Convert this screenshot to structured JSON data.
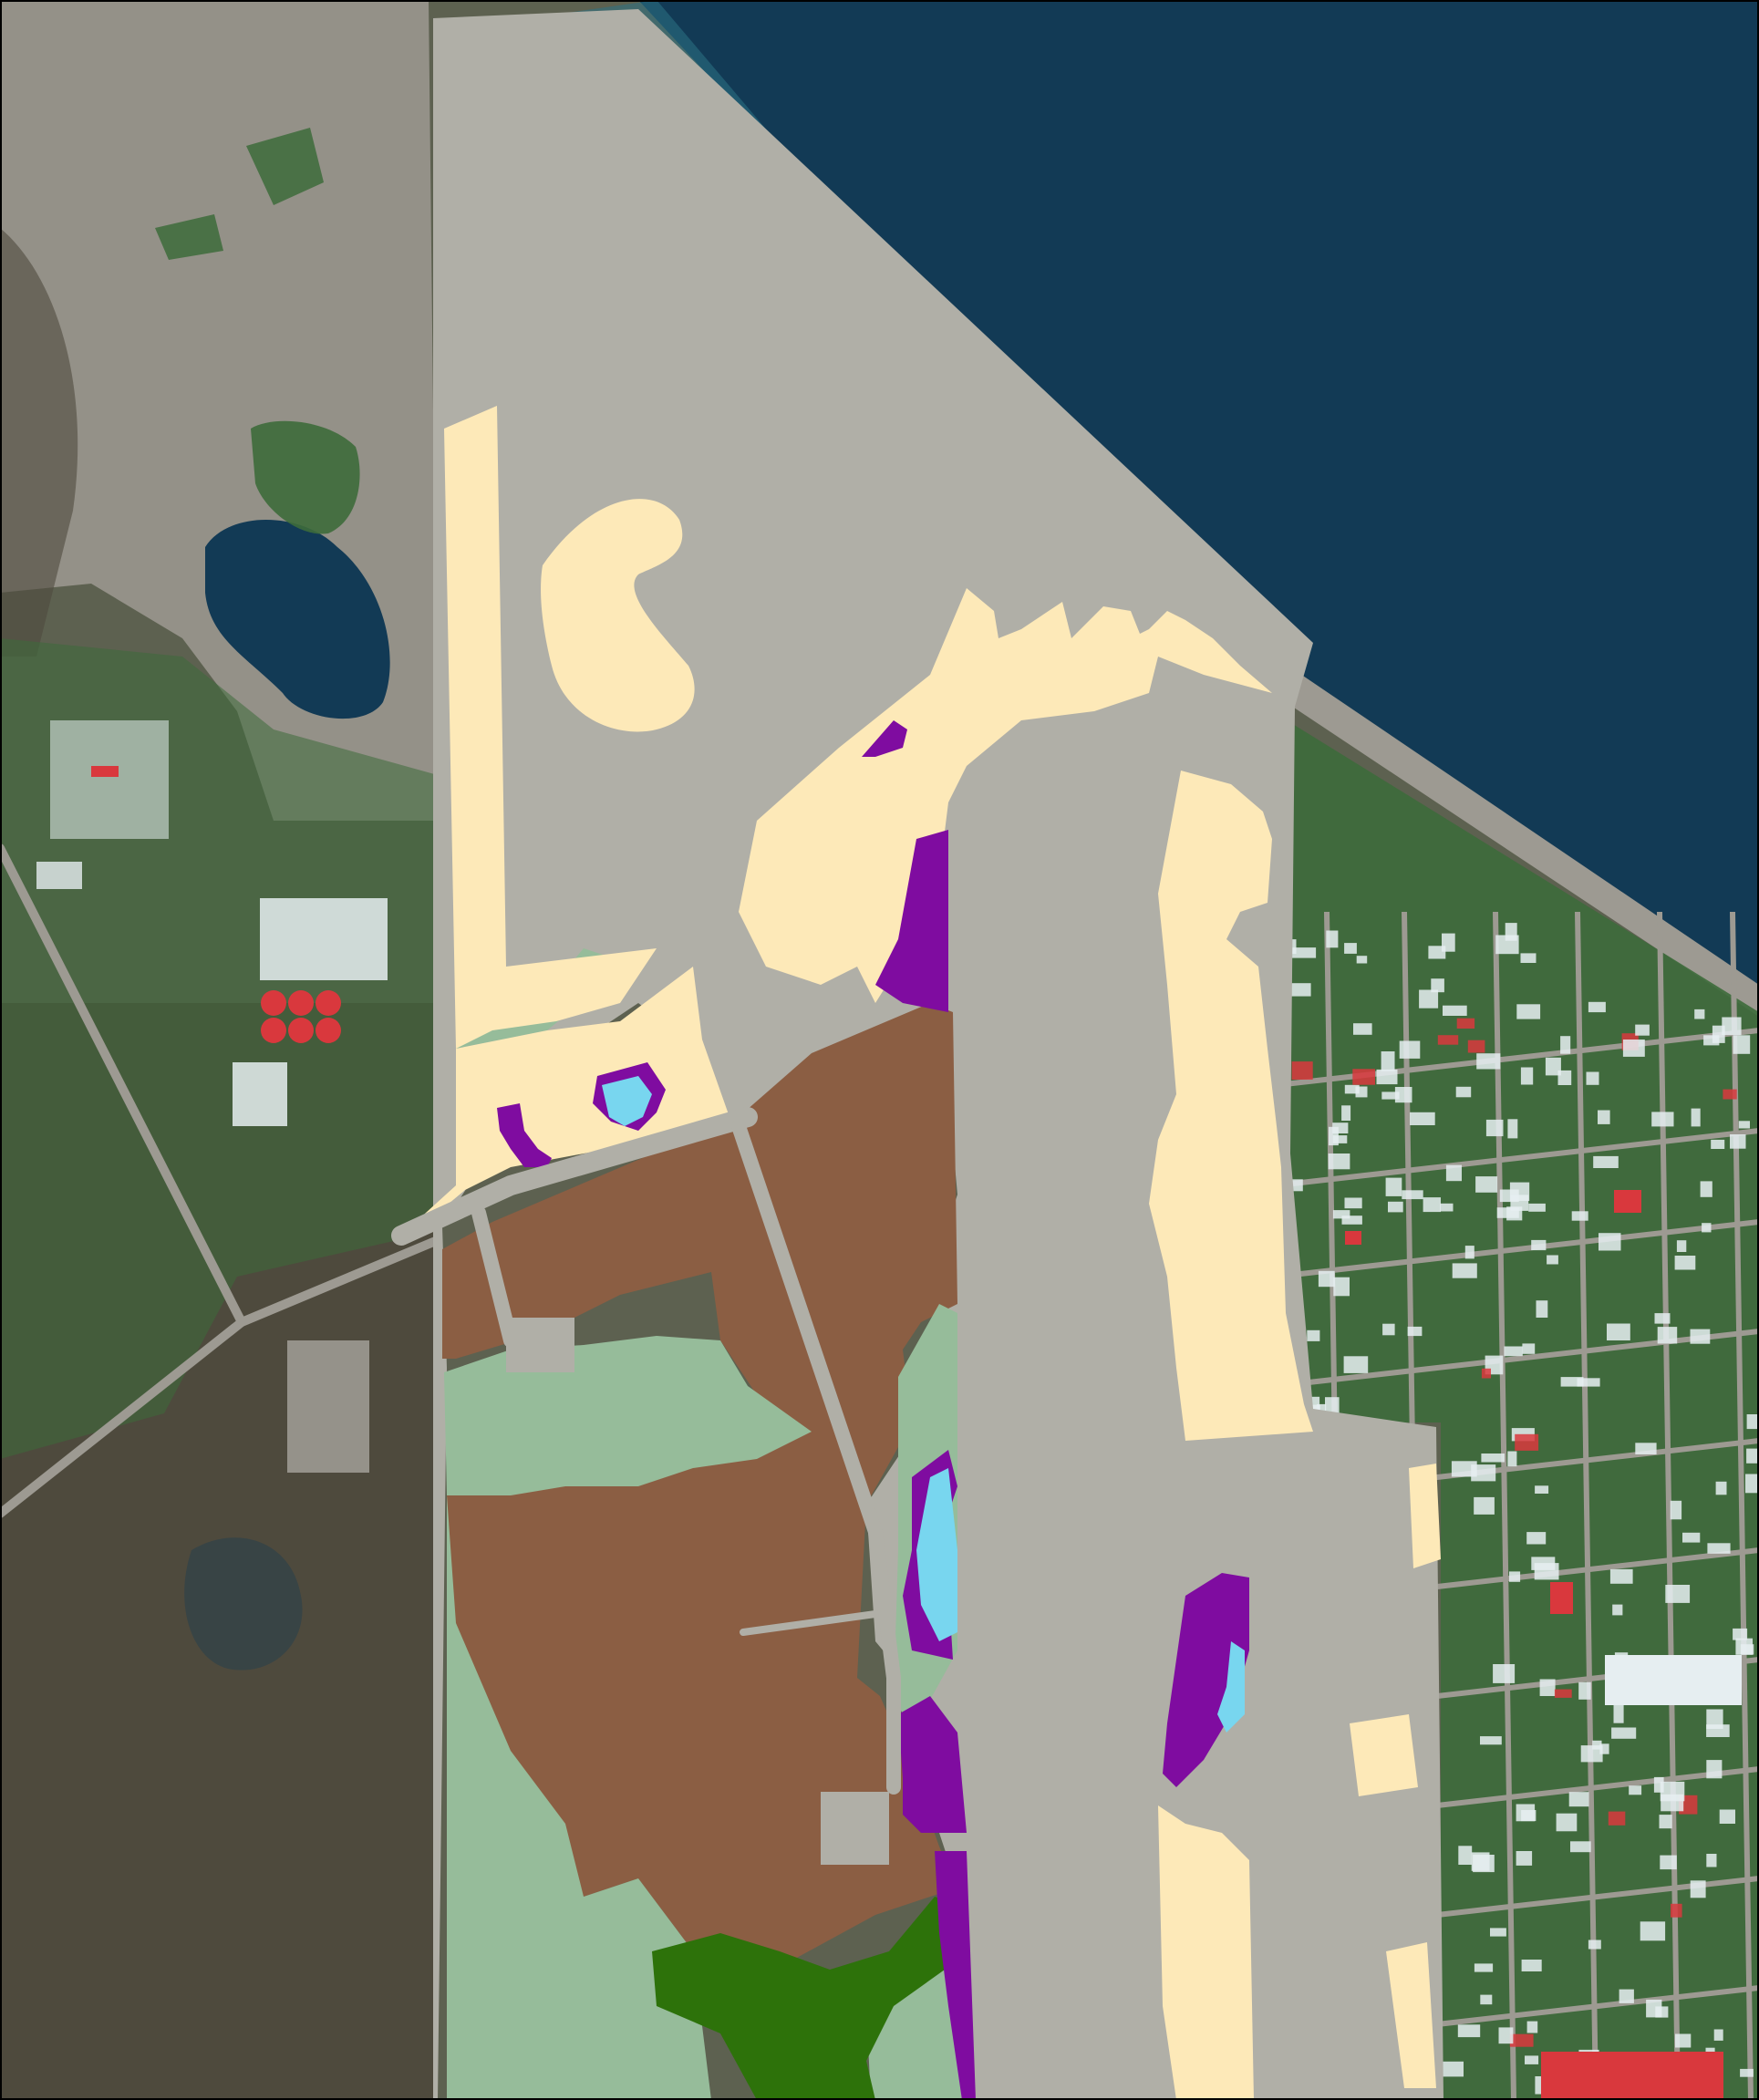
{
  "map": {
    "kind": "land-cover classification overlay on satellite imagery",
    "colors": {
      "ocean": "#2b7285",
      "deep_water": "#123a55",
      "developed_gray": "#b0afa7",
      "bare_cream": "#fde9b8",
      "soil_brown": "#8b5e43",
      "meadow_green": "#96bc9a",
      "forest_green": "#2d720a",
      "wetland_purple": "#7f0ca0",
      "pond_cyan": "#78d6ef",
      "satellite_land": "#5d6150",
      "tundra": "#4e4a3d",
      "vegetation": "#3d6b3b",
      "roof_red": "#d9383d",
      "roof_white": "#e6eef1",
      "road": "#9d9a92"
    },
    "icons": [
      "mining-pit",
      "ponds",
      "fuel-tanks",
      "town-grid",
      "shoreline"
    ]
  }
}
